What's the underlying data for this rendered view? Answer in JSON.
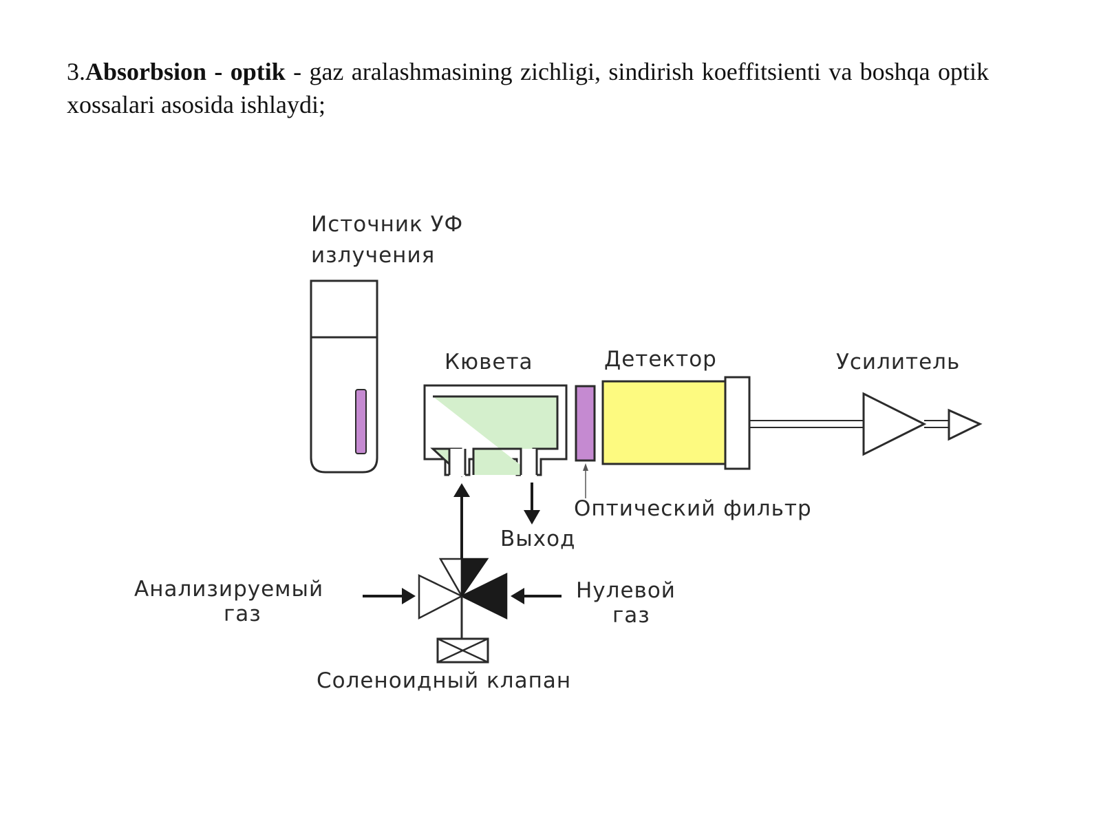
{
  "heading": {
    "number": "3.",
    "term": "Absorbsion - optik",
    "text": " - gaz aralashmasining zichligi, sindirish koeffitsienti va boshqa optik xossalari asosida ishlaydi;"
  },
  "diagram": {
    "labels": {
      "uv_source_line1": "Источник УФ",
      "uv_source_line2": "излучения",
      "cuvette": "Кювета",
      "detector": "Детектор",
      "amplifier": "Усилитель",
      "optical_filter": "Оптический фильтр",
      "outlet": "Выход",
      "analyzed_gas_line1": "Анализируемый",
      "analyzed_gas_line2": "газ",
      "zero_gas_line1": "Нулевой",
      "zero_gas_line2": "газ",
      "solenoid_valve": "Соленоидный клапан"
    },
    "colors": {
      "cuvette_fill": "#d4efcc",
      "detector_fill": "#fdfa80",
      "filter_fill": "#c58ad1",
      "lamp_element_fill": "#c58ad1",
      "stroke": "#2b2b2b"
    }
  }
}
